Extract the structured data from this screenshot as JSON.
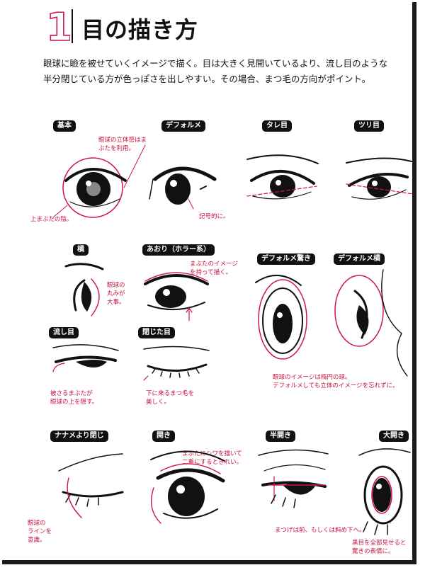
{
  "chapter": {
    "number": "1",
    "title": "目の描き方"
  },
  "intro": {
    "line1": "眼球に瞼を被せていくイメージで描く。目は大きく見開いているより、流し目のような",
    "line2": "半分閉じている方が色っぽさを出しやすい。その場合、まつ毛の方向がポイント。"
  },
  "colors": {
    "accent": "#d0154a",
    "ink": "#111111",
    "tag_bg": "#111111"
  },
  "sections": {
    "kihon": {
      "tag": "基本",
      "note1": [
        "眼球の立体感はま",
        "ぶたを利用。"
      ],
      "note2": "上まぶたの陰。"
    },
    "deformed": {
      "tag": "デフォルメ",
      "note": "記号的に。"
    },
    "tare": {
      "tag": "タレ目"
    },
    "tsuri": {
      "tag": "ツリ目"
    },
    "yoko": {
      "tag": "横",
      "note": [
        "眼球の",
        "丸みが",
        "大事。"
      ]
    },
    "aori": {
      "tag": "あおり（ホラー系）",
      "note": [
        "まぶたのイメージ",
        "を持って描く。"
      ]
    },
    "def_surprise": {
      "tag": "デフォルメ驚き"
    },
    "def_side": {
      "tag": "デフォルメ横"
    },
    "def_note": [
      "眼球のイメージは楕円の球。",
      "デフォルメしても立体のイメージを忘れずに。"
    ],
    "nagashime": {
      "tag": "流し目",
      "note": [
        "被さるまぶたが",
        "眼球の上を隠す。"
      ]
    },
    "closed": {
      "tag": "閉じた目",
      "note": [
        "下に来るまつ毛を",
        "美しく。"
      ]
    },
    "naname": {
      "tag": "ナナメより閉じ",
      "note": [
        "眼球の",
        "ラインを",
        "意識。"
      ]
    },
    "open": {
      "tag": "開き",
      "note": [
        "まぶたにシワを描いて",
        "二重にするときれい。"
      ]
    },
    "half": {
      "tag": "半開き",
      "note": "まつげは前、もしくは斜め下へ。"
    },
    "wide": {
      "tag": "大開き",
      "note": [
        "黒目を全部見せると",
        "驚きの表情に。"
      ]
    }
  }
}
